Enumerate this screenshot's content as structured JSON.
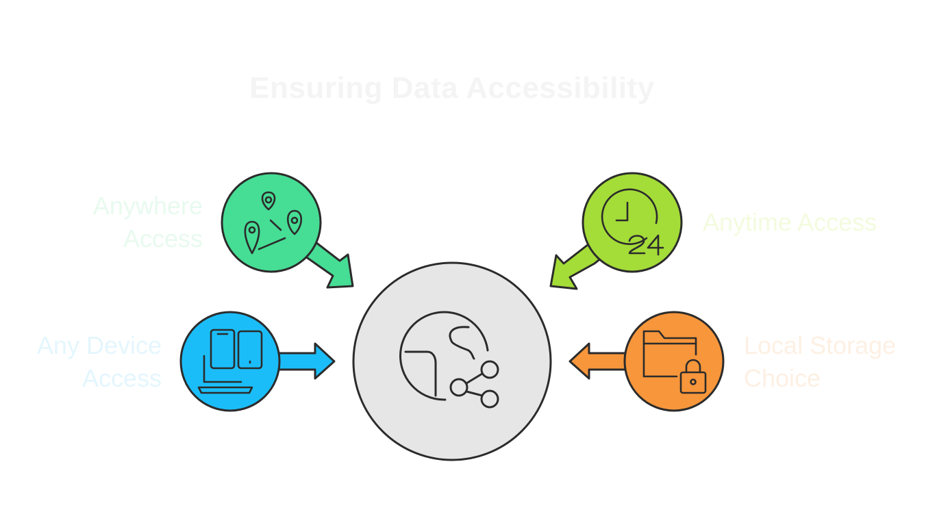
{
  "title": "Ensuring Data Accessibility",
  "center": {
    "icon": "globe-share-icon",
    "color": "#e6e6e6"
  },
  "items": [
    {
      "key": "anywhere",
      "lines": [
        "Anywhere",
        "Access"
      ],
      "icon": "map-pins-icon",
      "color": "#46dd95"
    },
    {
      "key": "device",
      "lines": [
        "Any Device",
        "Access"
      ],
      "icon": "devices-icon",
      "color": "#1bbdf8"
    },
    {
      "key": "anytime",
      "lines": [
        "Anytime Access"
      ],
      "icon": "clock-24-icon",
      "color": "#a4dc38"
    },
    {
      "key": "storage",
      "lines": [
        "Local Storage",
        "Choice"
      ],
      "icon": "folder-lock-icon",
      "color": "#f7963b"
    }
  ]
}
